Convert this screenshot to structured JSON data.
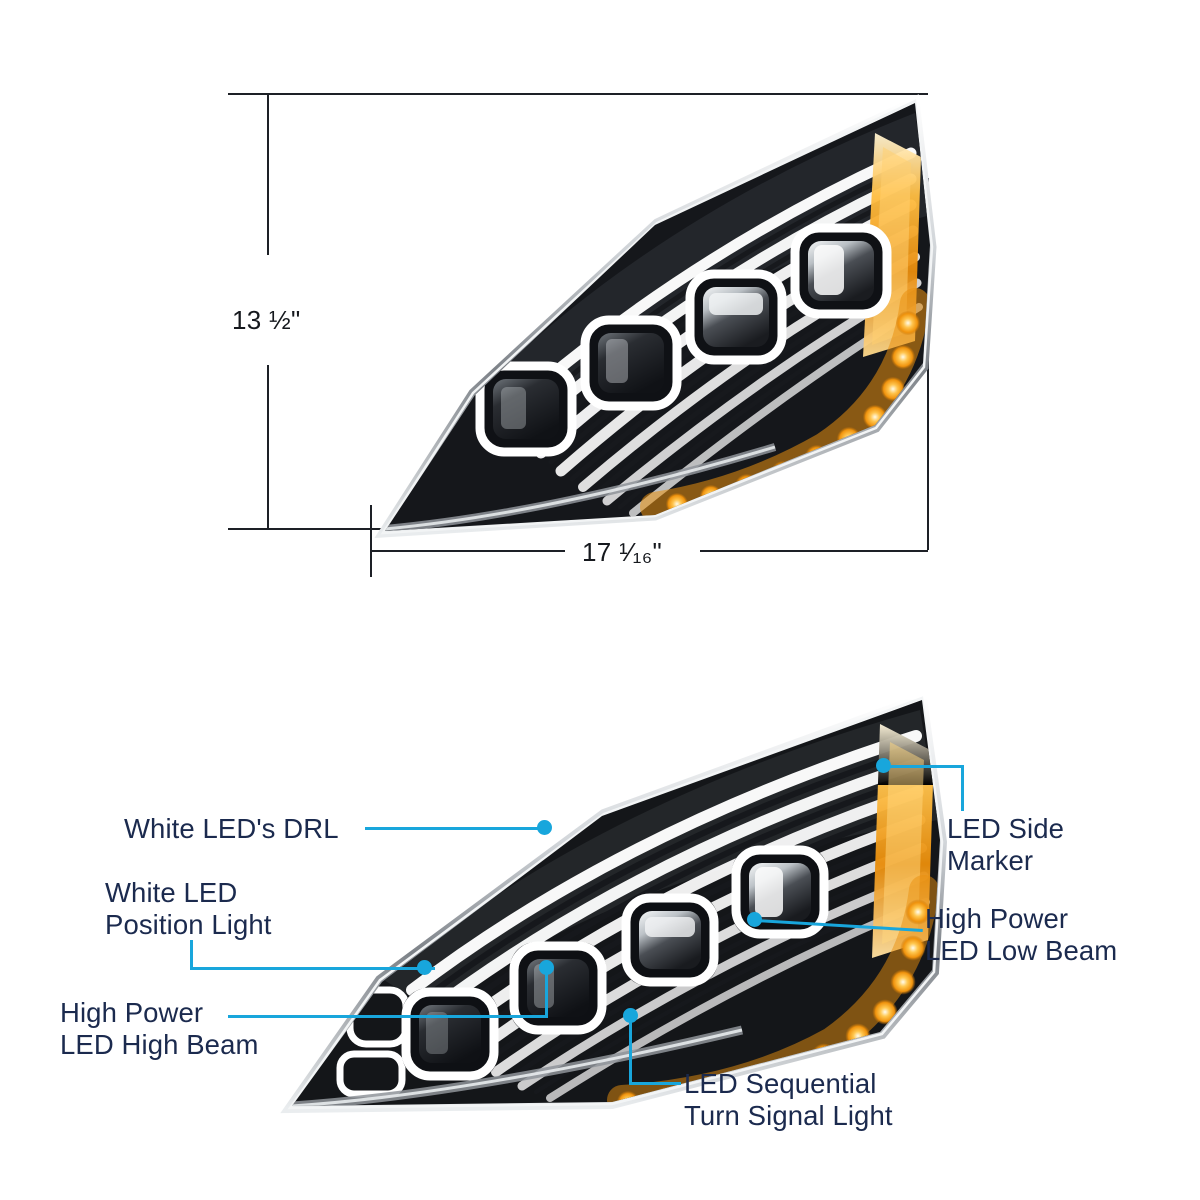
{
  "product": {
    "name": "LED Headlight Assembly",
    "view_top": "dimension view",
    "view_bottom": "feature callout view"
  },
  "dimensions": {
    "height_label": "13 ½\"",
    "height_value": "13 1/2",
    "width_label": "17 ¹⁄₁₆\"",
    "width_value": "17 1/16",
    "unit": "inches"
  },
  "callouts": [
    {
      "id": "white-leds-drl",
      "label": "White LED's DRL",
      "lines": [
        "White LED's DRL"
      ],
      "side": "left"
    },
    {
      "id": "white-led-position",
      "label": "White LED Position Light",
      "lines": [
        "White LED",
        "Position Light"
      ],
      "side": "left"
    },
    {
      "id": "high-power-high-beam",
      "label": "High Power LED High Beam",
      "lines": [
        "High Power",
        "LED High Beam"
      ],
      "side": "left"
    },
    {
      "id": "led-side-marker",
      "label": "LED Side Marker",
      "lines": [
        "LED Side",
        "Marker"
      ],
      "side": "right"
    },
    {
      "id": "high-power-low-beam",
      "label": "High Power LED Low Beam",
      "lines": [
        "High Power",
        "LED Low Beam"
      ],
      "side": "right"
    },
    {
      "id": "led-turn-signal",
      "label": "LED Sequential Turn Signal Light",
      "lines": [
        "LED Sequential",
        "Turn Signal Light"
      ],
      "side": "bottom"
    }
  ],
  "colors": {
    "leader": "#18a6dc",
    "text": "#1b2a4e",
    "dimension_line": "#1d2026",
    "amber_led": "#ffa41c",
    "white_led": "#ffffff",
    "background": "#ffffff"
  },
  "lamp_features": {
    "projector_count": 4,
    "drl_bar_count": 7,
    "amber_marker": "side marker panel",
    "amber_strip": "sequential turn signal"
  }
}
